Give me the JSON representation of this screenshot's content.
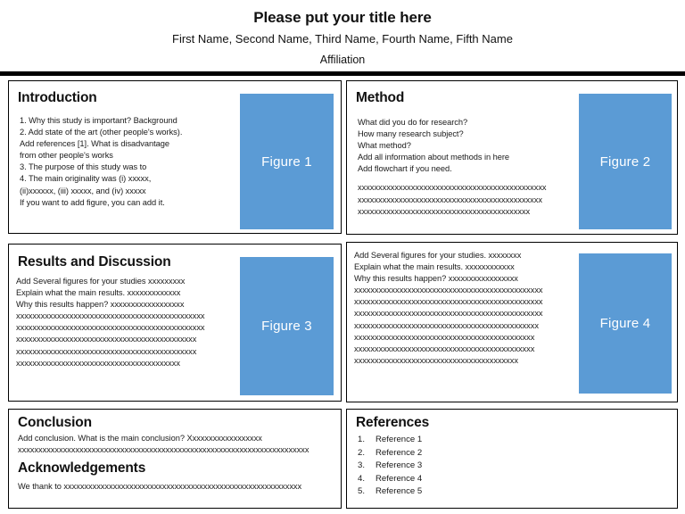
{
  "header": {
    "title": "Please put your title here",
    "authors": "First Name, Second Name, Third Name, Fourth Name, Fifth Name",
    "affiliation": "Affiliation"
  },
  "colors": {
    "figure_blue": "#5B9BD5",
    "rule_black": "#000000",
    "panel_border": "#000000",
    "text": "#1a1a1a",
    "background": "#ffffff"
  },
  "panels": {
    "introduction": {
      "heading": "Introduction",
      "body": "1. Why this study is important? Background\n2. Add state of the art (other people's works).\nAdd references [1]. What is disadvantage\nfrom other people's works\n3. The purpose of this study was to\n4. The main originality was (i) xxxxx,\n(ii)xxxxxx, (iii) xxxxx, and (iv) xxxxx\nIf you want to add figure, you can add it.",
      "figure_label": "Figure 1"
    },
    "method": {
      "heading": "Method",
      "body": "What did you do for research?\nHow many research subject?\nWhat method?\nAdd all information about methods in here\nAdd flowchart if you need.",
      "filler_lines": [
        "xxxxxxxxxxxxxxxxxxxxxxxxxxxxxxxxxxxxxxxxxxxxxx",
        "xxxxxxxxxxxxxxxxxxxxxxxxxxxxxxxxxxxxxxxxxxxxx",
        "xxxxxxxxxxxxxxxxxxxxxxxxxxxxxxxxxxxxxxxxxx"
      ],
      "figure_label": "Figure 2"
    },
    "results": {
      "heading": "Results and Discussion",
      "body": "Add Several figures for your studies xxxxxxxxx\nExplain what the main results. xxxxxxxxxxxxx\nWhy this results happen? xxxxxxxxxxxxxxxxxx",
      "filler_lines": [
        "xxxxxxxxxxxxxxxxxxxxxxxxxxxxxxxxxxxxxxxxxxxxxx",
        "xxxxxxxxxxxxxxxxxxxxxxxxxxxxxxxxxxxxxxxxxxxxxx",
        "xxxxxxxxxxxxxxxxxxxxxxxxxxxxxxxxxxxxxxxxxxxx",
        "xxxxxxxxxxxxxxxxxxxxxxxxxxxxxxxxxxxxxxxxxxxx",
        "xxxxxxxxxxxxxxxxxxxxxxxxxxxxxxxxxxxxxxxx"
      ],
      "figure_label": "Figure 3"
    },
    "discussion_right": {
      "body": "Add Several figures for your studies. xxxxxxxx\nExplain what the main results. xxxxxxxxxxxx\nWhy this results happen? xxxxxxxxxxxxxxxxx",
      "filler_lines": [
        "xxxxxxxxxxxxxxxxxxxxxxxxxxxxxxxxxxxxxxxxxxxxxx",
        "xxxxxxxxxxxxxxxxxxxxxxxxxxxxxxxxxxxxxxxxxxxxxx",
        "xxxxxxxxxxxxxxxxxxxxxxxxxxxxxxxxxxxxxxxxxxxxxx",
        "xxxxxxxxxxxxxxxxxxxxxxxxxxxxxxxxxxxxxxxxxxxxx",
        "xxxxxxxxxxxxxxxxxxxxxxxxxxxxxxxxxxxxxxxxxxxx",
        "xxxxxxxxxxxxxxxxxxxxxxxxxxxxxxxxxxxxxxxxxxxx",
        "xxxxxxxxxxxxxxxxxxxxxxxxxxxxxxxxxxxxxxxx"
      ],
      "figure_label": "Figure 4"
    },
    "conclusion": {
      "heading": "Conclusion",
      "body": "Add conclusion. What is the main conclusion? Xxxxxxxxxxxxxxxxxx\nxxxxxxxxxxxxxxxxxxxxxxxxxxxxxxxxxxxxxxxxxxxxxxxxxxxxxxxxxxxxxxxxxxxxxxx"
    },
    "acknowledgements": {
      "heading": "Acknowledgements",
      "body": "We thank to xxxxxxxxxxxxxxxxxxxxxxxxxxxxxxxxxxxxxxxxxxxxxxxxxxxxxxxxxx"
    },
    "references": {
      "heading": "References",
      "items": [
        {
          "number": "1.",
          "label": "Reference 1"
        },
        {
          "number": "2.",
          "label": "Reference 2"
        },
        {
          "number": "3.",
          "label": "Reference 3"
        },
        {
          "number": "4.",
          "label": "Reference 4"
        },
        {
          "number": "5.",
          "label": "Reference 5"
        }
      ]
    }
  }
}
